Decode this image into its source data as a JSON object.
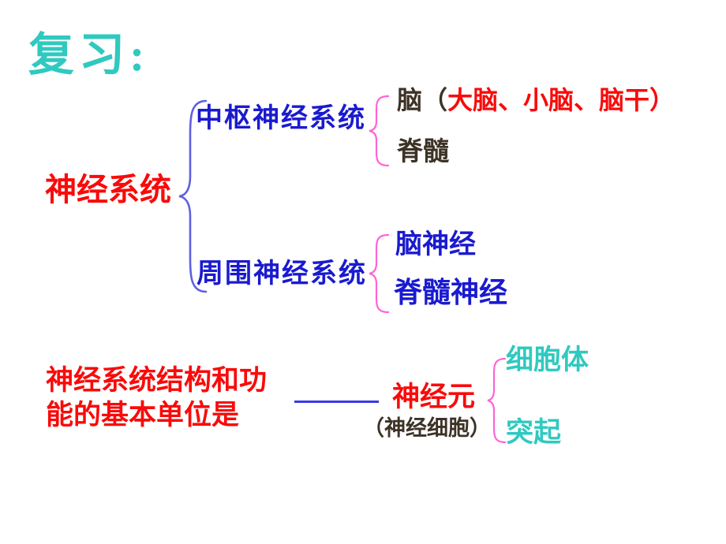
{
  "title": "复习:",
  "tree": {
    "root": "神经系统",
    "central": {
      "label": "中枢神经系统",
      "brain_prefix": "脑（",
      "brain_detail": "大脑、小脑、脑干）",
      "spinal_cord": "脊髓"
    },
    "peripheral": {
      "label": "周围神经系统",
      "cranial_nerves": "脑神经",
      "spinal_nerves": "脊髓神经"
    }
  },
  "neuron_section": {
    "statement_line1": "神经系统结构和功",
    "statement_line2": "能的基本单位是",
    "answer": "神经元",
    "answer_note": "（神经细胞）",
    "cell_body": "细胞体",
    "processes": "突起"
  },
  "colors": {
    "title_teal": "#30C9C0",
    "text_red": "#FA0A0A",
    "text_blue": "#1A1AD0",
    "text_dark": "#3C3226",
    "brace_pink": "#FF63D6",
    "brace_blue_violet": "#6060E0",
    "underline_blue": "#3A3AE8",
    "background": "#FFFFFF"
  }
}
